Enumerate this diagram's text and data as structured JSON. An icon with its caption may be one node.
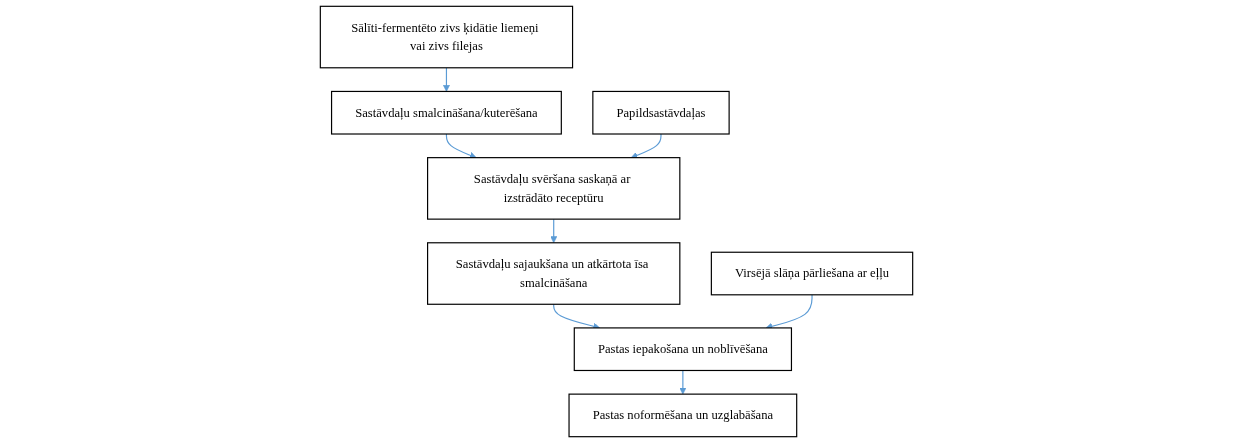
{
  "diagram": {
    "nodes": [
      {
        "text": [
          "Sālīti-fermentēto zivs ķidātie liemeņi vai zivs filejas"
        ]
      },
      {
        "text": [
          "Sastāvdaļu smalcināšana/kuterēšana"
        ]
      },
      {
        "text": [
          "Sastāvdaļu svēršana saskaņā ar izstrādāto receptūru"
        ]
      },
      {
        "text": [
          "Papildsastāvdaļas"
        ]
      },
      {
        "text": [
          "Sastāvdaļu sajaukšana un atkārtota īsa smalcināšana"
        ]
      },
      {
        "text": [
          "Pastas noformēšana un uzglabāšana"
        ]
      },
      {
        "text": [
          "Pastas iepakošana un noblīvēšana"
        ]
      },
      {
        "text": [
          "Virsējā slāņa pārliešana ar eļļu"
        ]
      }
    ],
    "edges": [
      {
        "from": 0,
        "to": 1,
        "arrow": "to"
      },
      {
        "from": 1,
        "to": 2,
        "arrow": "to"
      },
      {
        "from": 3,
        "to": 2,
        "arrow": "to"
      },
      {
        "from": 2,
        "to": 4,
        "arrow": "to"
      },
      {
        "from": 4,
        "to": 6,
        "arrow": "to"
      },
      {
        "from": 6,
        "to": 5,
        "arrow": "to"
      },
      {
        "from": 7,
        "to": 6,
        "arrow": "to"
      }
    ]
  }
}
